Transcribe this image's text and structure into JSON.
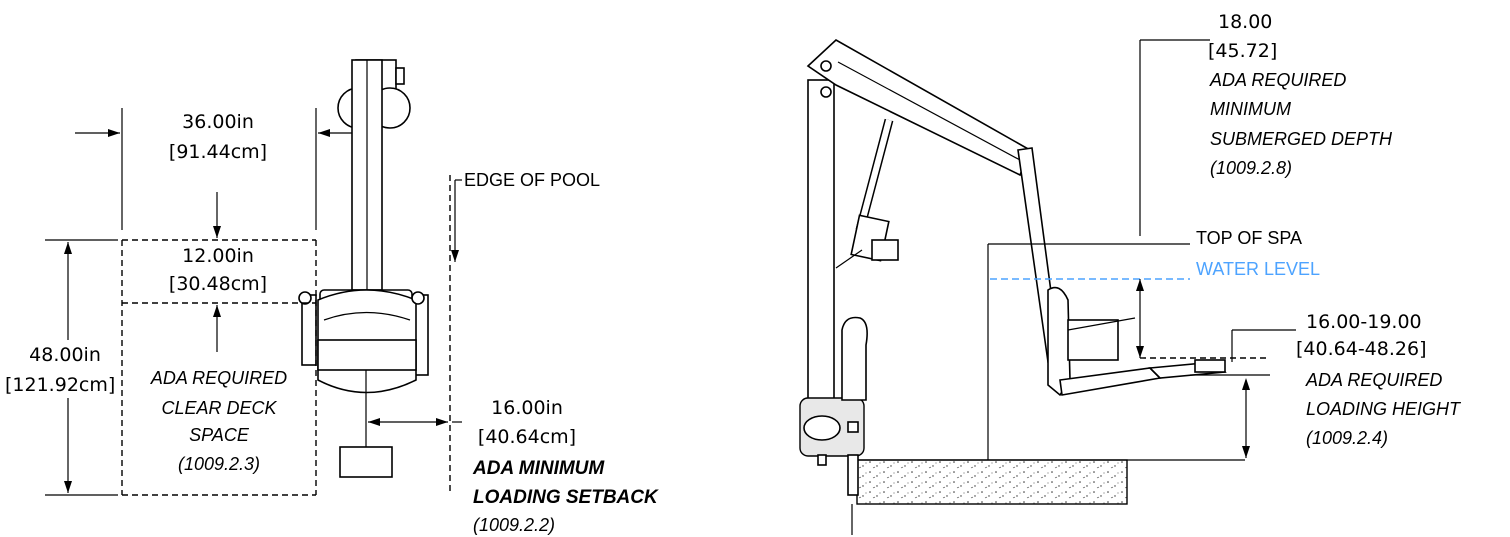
{
  "left_view": {
    "width_dim": {
      "inches": "36.00in",
      "cm": "91.44cm"
    },
    "offset_dim": {
      "inches": "12.00in",
      "cm": "30.48cm"
    },
    "depth_dim": {
      "inches": "48.00in",
      "cm": "121.92cm"
    },
    "setback_dim": {
      "inches": "16.00in",
      "cm": "40.64cm"
    },
    "edge_label": "EDGE OF POOL",
    "clear_deck_note": [
      "ADA REQUIRED",
      "CLEAR DECK",
      "SPACE",
      "(1009.2.3)"
    ],
    "setback_note": [
      "ADA MINIMUM",
      "LOADING SETBACK",
      "(1009.2.2)"
    ]
  },
  "right_view": {
    "depth_dim": {
      "inches": "18.00",
      "cm": "45.72"
    },
    "depth_note": [
      "ADA REQUIRED",
      "MINIMUM",
      "SUBMERGED DEPTH",
      "(1009.2.8)"
    ],
    "top_of_spa_label": "TOP OF SPA",
    "water_level_label": "WATER LEVEL",
    "height_dim": {
      "inches": "16.00-19.00",
      "cm": "40.64-48.26"
    },
    "height_note": [
      "ADA REQUIRED",
      "LOADING HEIGHT",
      "(1009.2.4)"
    ]
  },
  "colors": {
    "line": "#000000",
    "water": "#4da3ff",
    "background": "#ffffff"
  }
}
